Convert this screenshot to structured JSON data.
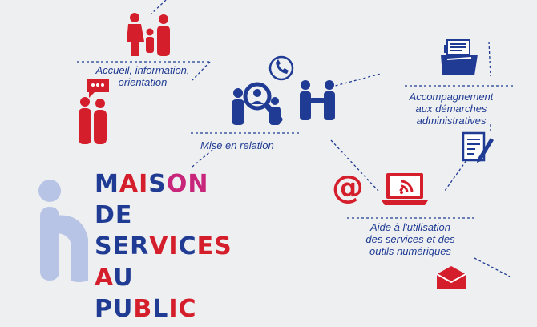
{
  "colors": {
    "blue": "#1f3b93",
    "red": "#d51e2b",
    "pale": "#b8c4e6",
    "background": "#eeeff1"
  },
  "title": {
    "lines": [
      [
        {
          "t": "M",
          "c": "b"
        },
        {
          "t": "AI",
          "c": "red"
        },
        {
          "t": "S",
          "c": "b"
        },
        {
          "t": "ON",
          "c": "pin"
        }
      ],
      [
        {
          "t": "DE",
          "c": "b"
        }
      ],
      [
        {
          "t": "SER",
          "c": "b"
        },
        {
          "t": "VI",
          "c": "red"
        },
        {
          "t": "C",
          "c": "b"
        },
        {
          "t": "ES",
          "c": "red"
        }
      ],
      [
        {
          "t": "A",
          "c": "red"
        },
        {
          "t": "U",
          "c": "b"
        }
      ],
      [
        {
          "t": "PU",
          "c": "b"
        },
        {
          "t": "B",
          "c": "red"
        },
        {
          "t": "L",
          "c": "b"
        },
        {
          "t": "IC",
          "c": "red"
        }
      ]
    ]
  },
  "labels": {
    "accueil": [
      "Accueil, information,",
      "orientation"
    ],
    "mise": [
      "Mise en relation"
    ],
    "accompagnement": [
      "Accompagnement",
      "aux démarches",
      "administratives"
    ],
    "aide": [
      "Aide à l'utilisation",
      "des services et des",
      "outils numériques"
    ]
  },
  "icons": {
    "family": "family-icon",
    "chat": "chat-bubble-icon",
    "couple": "couple-icon",
    "phone": "phone-icon",
    "magnifier": "magnifier-icon",
    "handshake": "handshake-icon",
    "files": "files-icon",
    "form": "form-pencil-icon",
    "at": "at-sign-icon",
    "laptop": "laptop-wifi-icon",
    "mail": "mail-icon",
    "figure": "person-figure-icon"
  }
}
